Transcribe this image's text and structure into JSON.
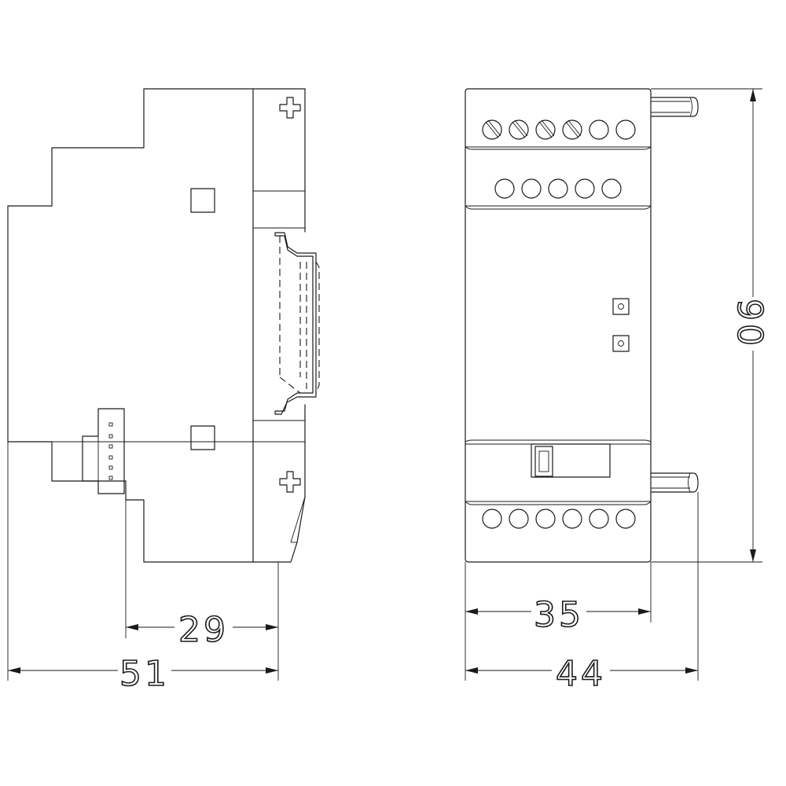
{
  "dimensions": {
    "side_depth_total": "51",
    "side_depth_partial": "29",
    "front_width_body": "35",
    "front_width_total": "44",
    "height": "90"
  },
  "front_view": {
    "top_terminals_upper": 6,
    "top_terminals_lower": 5,
    "bottom_terminals": 6,
    "leds": 2
  },
  "colors": {
    "line": "#1a1a1a",
    "background": "#ffffff"
  }
}
